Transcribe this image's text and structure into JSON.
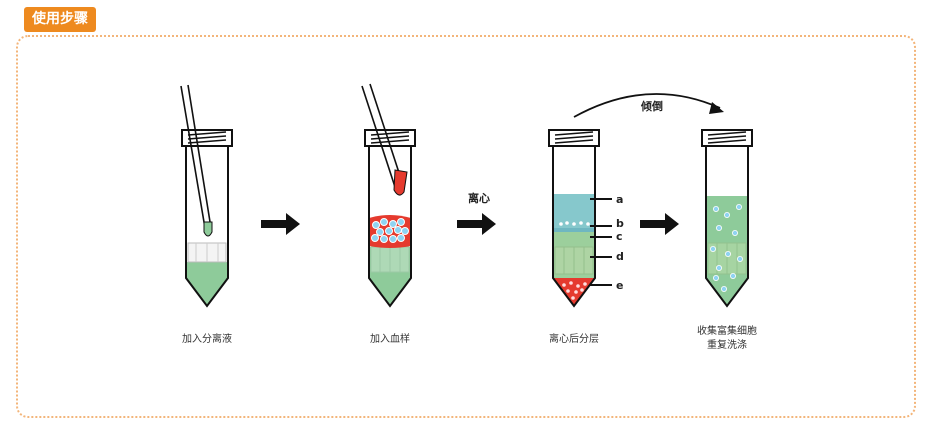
{
  "header": {
    "title": "使用步骤"
  },
  "steps": [
    {
      "caption": "加入分离液"
    },
    {
      "caption": "加入血样"
    },
    {
      "caption": "离心后分层"
    },
    {
      "caption_line1": "收集富集细胞",
      "caption_line2": "重复洗涤"
    }
  ],
  "arrows": {
    "centrifuge": "离心",
    "tilt": "倾倒"
  },
  "layer_labels": {
    "a": "a",
    "b": "b",
    "c": "c",
    "d": "d",
    "e": "e"
  },
  "colors": {
    "accent": "#ee8a1f",
    "separation_liquid": "#8ecb9a",
    "plasma_layer": "#86c8cc",
    "blood": "#e53a2e",
    "cells": "#8fd3f2"
  }
}
